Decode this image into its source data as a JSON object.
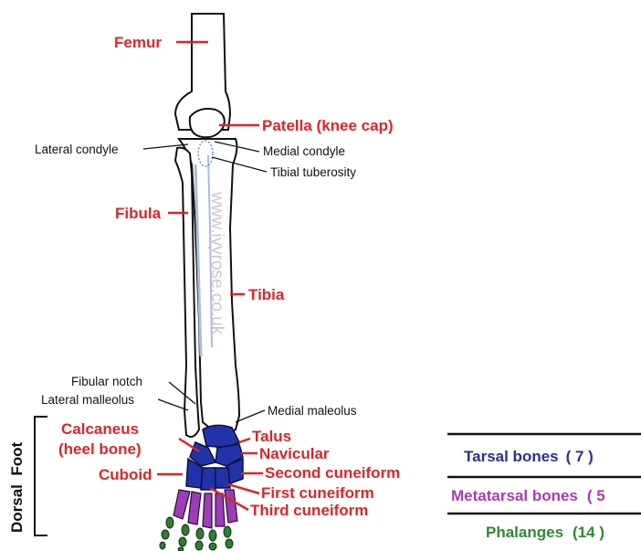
{
  "labels": {
    "femur": "Femur",
    "patella": "Patella (knee cap)",
    "lateral_condyle": "Lateral condyle",
    "medial_condyle": "Medial condyle",
    "tibial_tuberosity": "Tibial tuberosity",
    "fibula": "Fibula",
    "tibia": "Tibia",
    "fibular_notch": "Fibular notch",
    "lateral_malleolus": "Lateral malleolus",
    "medial_malleolus": "Medial maleolus",
    "calcaneus_1": "Calcaneus",
    "calcaneus_2": "(heel bone)",
    "talus": "Talus",
    "navicular": "Navicular",
    "cuboid": "Cuboid",
    "second_cuneiform": "Second cuneiform",
    "first_cuneiform": "First cuneiform",
    "third_cuneiform": "Third cuneiform",
    "dorsal_foot": "Dorsal  Foot"
  },
  "watermark": "www.ivyrose.co.uk",
  "legend": [
    {
      "label": "Tarsal bones",
      "count": "( 7 )",
      "color": "#2b2f8f"
    },
    {
      "label": "Metatarsal bones",
      "count": "( 5",
      "color": "#a63cb0"
    },
    {
      "label": "Phalanges",
      "count": "(14 )",
      "color": "#2f8a2f"
    }
  ],
  "colors": {
    "label_red": "#d9262b",
    "tarsal_blue": "#2233aa",
    "metatarsal_purple": "#9b3fb5",
    "phalanges_green": "#2e7d32"
  }
}
